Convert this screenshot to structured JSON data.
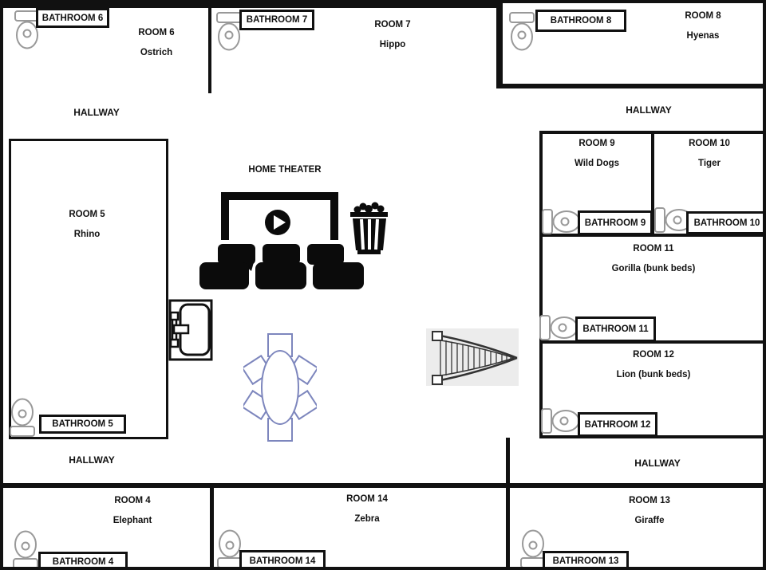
{
  "floor_plan": {
    "home_theater_label": "HOME THEATER",
    "hallways": {
      "top_left": "HALLWAY",
      "top_right": "HALLWAY",
      "bottom_left": "HALLWAY",
      "bottom_right": "HALLWAY"
    },
    "rooms": {
      "room4": {
        "name": "ROOM 4",
        "animal": "Elephant"
      },
      "room5": {
        "name": "ROOM 5",
        "animal": "Rhino"
      },
      "room6": {
        "name": "ROOM 6",
        "animal": "Ostrich"
      },
      "room7": {
        "name": "ROOM 7",
        "animal": "Hippo"
      },
      "room8": {
        "name": "ROOM 8",
        "animal": "Hyenas"
      },
      "room9": {
        "name": "ROOM 9",
        "animal": "Wild Dogs"
      },
      "room10": {
        "name": "ROOM 10",
        "animal": "Tiger"
      },
      "room11": {
        "name": "ROOM 11",
        "animal": "Gorilla (bunk beds)"
      },
      "room12": {
        "name": "ROOM 12",
        "animal": "Lion (bunk beds)"
      },
      "room13": {
        "name": "ROOM 13",
        "animal": "Giraffe"
      },
      "room14": {
        "name": "ROOM 14",
        "animal": "Zebra"
      }
    },
    "bathrooms": {
      "b4": "BATHROOM 4",
      "b5": "BATHROOM 5",
      "b6": "BATHROOM 6",
      "b7": "BATHROOM 7",
      "b8": "BATHROOM 8",
      "b9": "BATHROOM 9",
      "b10": "BATHROOM 10",
      "b11": "BATHROOM 11",
      "b12": "BATHROOM 12",
      "b13": "BATHROOM 13",
      "b14": "BATHROOM 14"
    },
    "icons": {
      "toilet": "toilet-icon",
      "home_theater": "home-theater-icon (screen, play button, seats)",
      "popcorn": "popcorn-bucket-icon",
      "sink": "sink-icon",
      "dining_table": "dining-table-icon",
      "stairs": "stairs-icon"
    },
    "colors": {
      "wall": "#111111",
      "icon_black": "#0b0b0b",
      "toilet_outline": "#999999",
      "table_accent": "#7d86bd",
      "stairs_background": "#ececec"
    }
  }
}
